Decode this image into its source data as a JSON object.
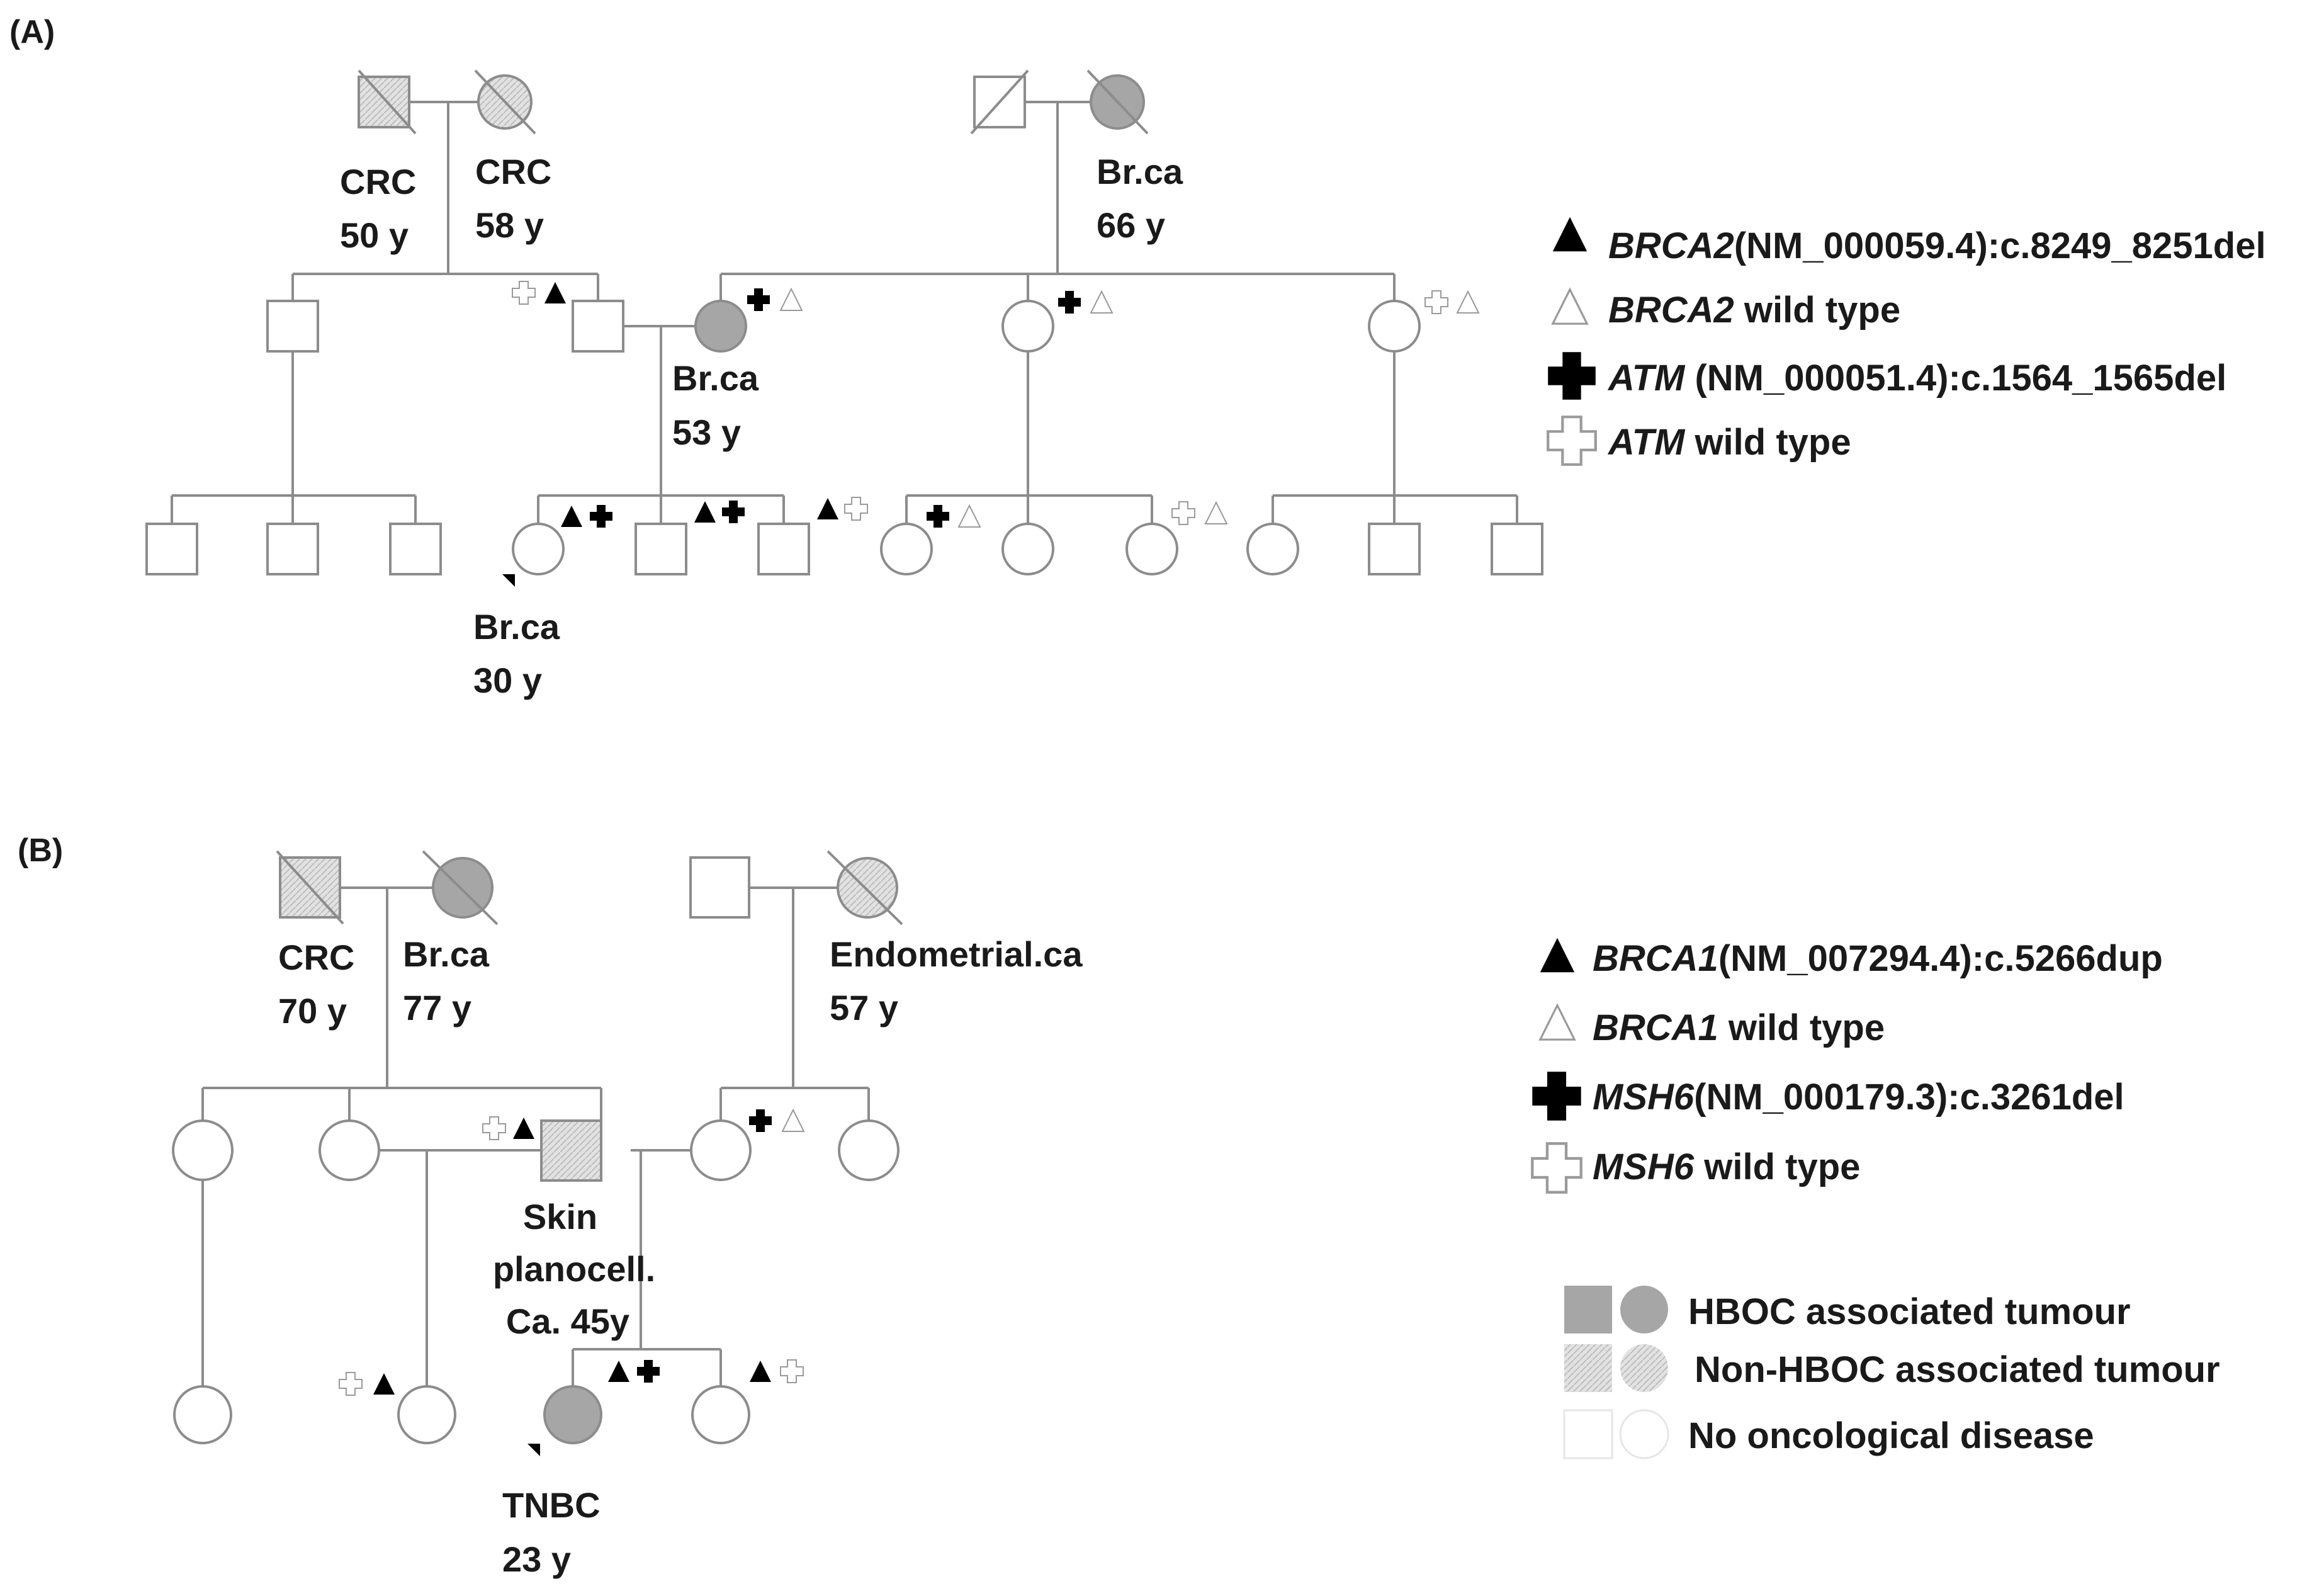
{
  "panels": {
    "a": "(A)",
    "b": "(B)"
  },
  "colors": {
    "hboc": "#a6a6a6",
    "non_hboc": "#d9d9d9",
    "none": "#ffffff",
    "line": "#8c8c8c",
    "mutant": "#000000"
  },
  "pedigree_a": {
    "gf_p": {
      "dx": "CRC",
      "age": "50 y"
    },
    "gm_p": {
      "dx": "CRC",
      "age": "58 y"
    },
    "gm_m": {
      "dx": "Br.ca",
      "age": "66 y"
    },
    "mother": {
      "dx": "Br.ca",
      "age": "53 y"
    },
    "proband": {
      "dx": "Br.ca",
      "age": "30 y"
    }
  },
  "legend_a": {
    "mut1_gene": "BRCA2",
    "mut1_rest": "(NM_000059.4):c.8249_8251del",
    "wt1_gene": "BRCA2",
    "wt1_rest": " wild type",
    "mut2_gene": "ATM",
    "mut2_rest": " (NM_000051.4):c.1564_1565del",
    "wt2_gene": "ATM",
    "wt2_rest": " wild type"
  },
  "pedigree_b": {
    "gf_p": {
      "dx": "CRC",
      "age": "70 y"
    },
    "gm_p": {
      "dx": "Br.ca",
      "age": "77 y"
    },
    "gm_m": {
      "dx": "Endometrial.ca",
      "age": "57 y"
    },
    "father": {
      "dx1": "Skin",
      "dx2": "planocell.",
      "dx3": "Ca. 45y"
    },
    "proband": {
      "dx": "TNBC",
      "age": "23 y"
    }
  },
  "legend_b": {
    "mut1_gene": "BRCA1",
    "mut1_rest": "(NM_007294.4):c.5266dup",
    "wt1_gene": "BRCA1",
    "wt1_rest": " wild type",
    "mut2_gene": "MSH6",
    "mut2_rest": "(NM_000179.3):c.3261del",
    "wt2_gene": "MSH6",
    "wt2_rest": " wild type"
  },
  "legend_status": {
    "hboc": "HBOC associated tumour",
    "non_hboc": "Non-HBOC associated tumour",
    "none": "No oncological disease"
  }
}
